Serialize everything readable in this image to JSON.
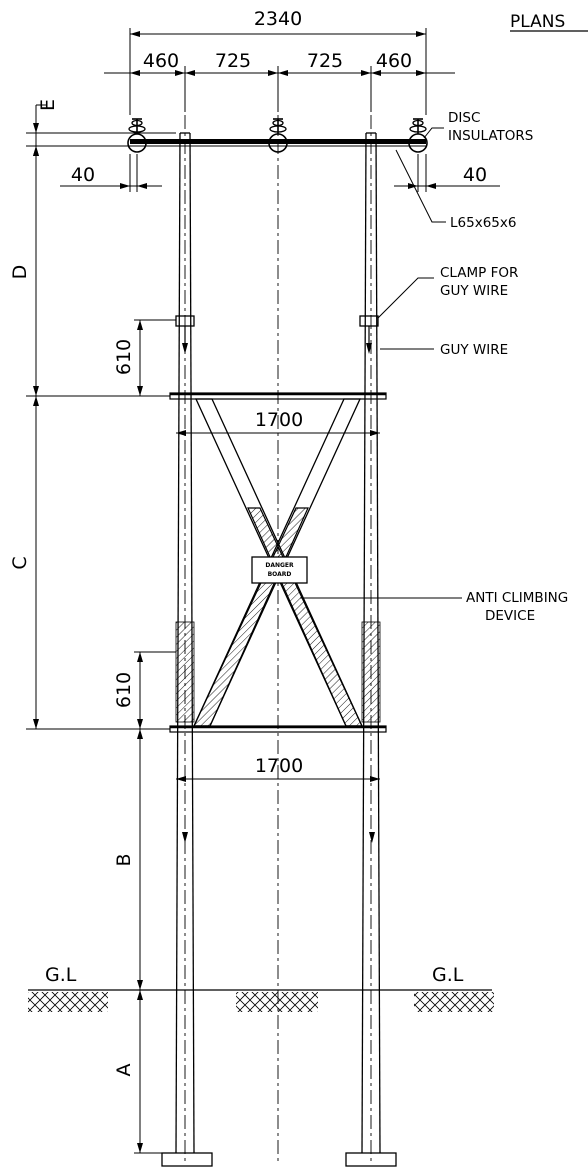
{
  "dimensions": {
    "overall_width": "2340",
    "outer_left": "460",
    "inner_left": "725",
    "inner_right": "725",
    "outer_right": "460",
    "offset_left": "40",
    "offset_right": "40",
    "upper_bracing_width": "1700",
    "lower_bracing_width": "1700",
    "upper_clamp_drop": "610",
    "lower_hatch_height": "610",
    "section_a": "A",
    "section_b": "B",
    "section_c": "C",
    "section_d": "D",
    "section_e": "E"
  },
  "labels": {
    "top_right_title": "PLANS",
    "disc_insulators_line1": "DISC",
    "disc_insulators_line2": "INSULATORS",
    "angle_section": "L65x65x6",
    "clamp_line1": "CLAMP FOR",
    "clamp_line2": "GUY WIRE",
    "guy_wire": "GUY WIRE",
    "anti_climbing_line1": "ANTI CLIMBING",
    "anti_climbing_line2": "DEVICE",
    "danger_board_line1": "DANGER",
    "danger_board_line2": "BOARD",
    "ground_level_left": "G.L",
    "ground_level_right": "G.L"
  }
}
